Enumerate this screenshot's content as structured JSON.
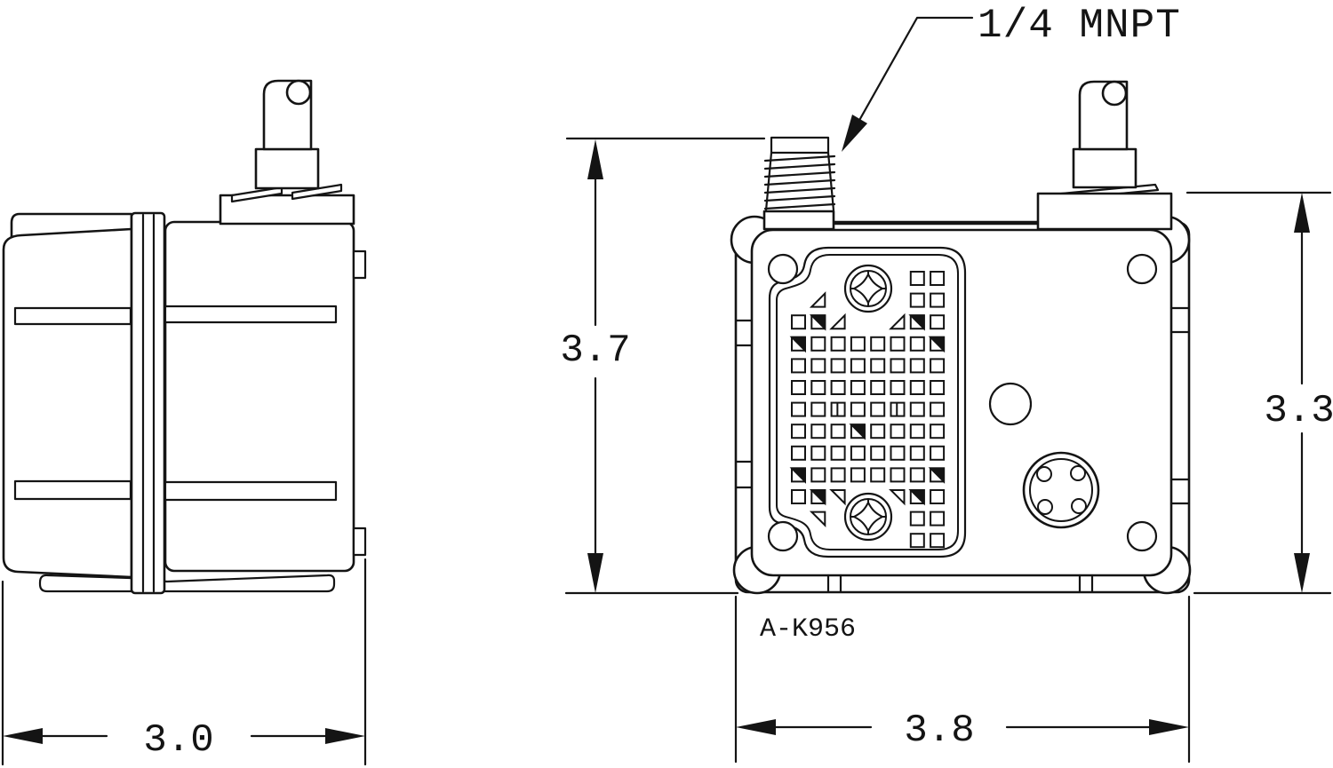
{
  "colors": {
    "background": "#ffffff",
    "line": "#141414"
  },
  "annotations": {
    "port_label": "1/4 MNPT",
    "part_number": "A-K956"
  },
  "dimensions": {
    "side_view_width": "3.0",
    "overall_height": "3.7",
    "body_height": "3.3",
    "front_width": "3.8"
  }
}
